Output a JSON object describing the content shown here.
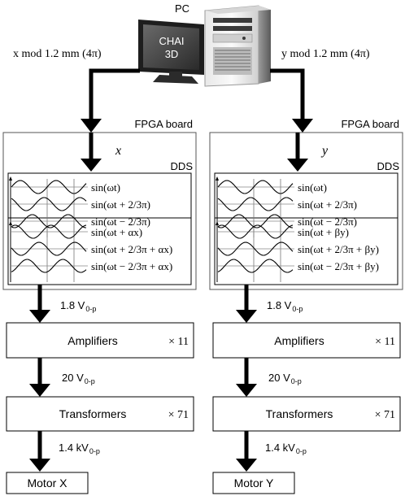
{
  "pc": {
    "label": "PC",
    "monitor_line1": "CHAI",
    "monitor_line2": "3D"
  },
  "channels": {
    "x": {
      "input_label": "x mod 1.2 mm (4π)",
      "board_label": "FPGA board",
      "signal_var": "x",
      "dds_label": "DDS",
      "waves_top": [
        "sin(ωt)",
        "sin(ωt + 2/3π)",
        "sin(ωt − 2/3π)"
      ],
      "waves_bottom": [
        "sin(ωt + αx)",
        "sin(ωt + 2/3π + αx)",
        "sin(ωt − 2/3π + αx)"
      ],
      "voltage1": "1.8 V",
      "voltage1_sub": "0-p",
      "amp_label": "Amplifiers",
      "amp_gain": "× 11",
      "voltage2": "20 V",
      "voltage2_sub": "0-p",
      "trans_label": "Transformers",
      "trans_gain": "× 71",
      "voltage3": "1.4 kV",
      "voltage3_sub": "0-p",
      "motor_label": "Motor X"
    },
    "y": {
      "input_label": "y mod 1.2 mm (4π)",
      "board_label": "FPGA board",
      "signal_var": "y",
      "dds_label": "DDS",
      "waves_top": [
        "sin(ωt)",
        "sin(ωt + 2/3π)",
        "sin(ωt − 2/3π)"
      ],
      "waves_bottom": [
        "sin(ωt + βy)",
        "sin(ωt + 2/3π + βy)",
        "sin(ωt − 2/3π + βy)"
      ],
      "voltage1": "1.8 V",
      "voltage1_sub": "0-p",
      "amp_label": "Amplifiers",
      "amp_gain": "× 11",
      "voltage2": "20 V",
      "voltage2_sub": "0-p",
      "trans_label": "Transformers",
      "trans_gain": "× 71",
      "voltage3": "1.4 kV",
      "voltage3_sub": "0-p",
      "motor_label": "Motor Y"
    }
  }
}
